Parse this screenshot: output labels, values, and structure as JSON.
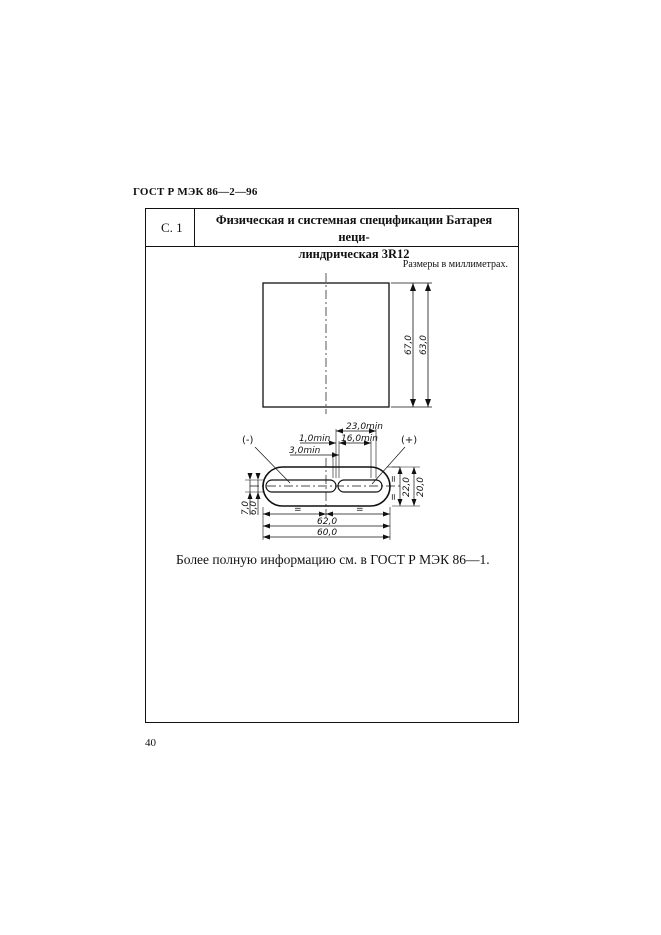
{
  "document": {
    "standard_header": "ГОСТ Р МЭК 86—2—96",
    "page_cell": "С. 1",
    "title_line1": "Физическая и системная спецификации Батарея неци-",
    "title_line2": "линдрическая 3R12",
    "units_note": "Размеры в миллиметрах.",
    "info_text": "Более полную информацию см. в ГОСТ Р МЭК 86—1.",
    "page_number": "40"
  },
  "drawing": {
    "side_view": {
      "height_max": "67,0",
      "height_min": "63,0"
    },
    "top_view": {
      "negative_terminal": "(-)",
      "positive_terminal": "(+)",
      "dim_23_min": "23,0min",
      "dim_1_min": "1,0min",
      "dim_16_min": "16,0min",
      "dim_3_min": "3,0min",
      "dim_22": "22,0",
      "dim_20": "20,0",
      "dim_7": "7,0",
      "dim_6": "6,0",
      "equal_mark": "=",
      "length_max": "62,0",
      "length_min": "60,0"
    }
  }
}
